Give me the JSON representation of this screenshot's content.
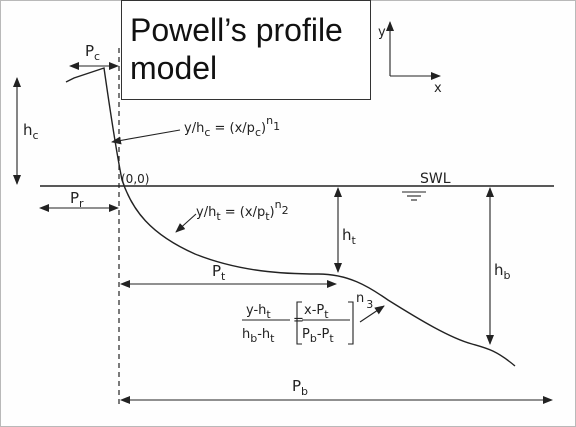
{
  "title": {
    "line1": "Powell’s profile",
    "line2": "model"
  },
  "axes": {
    "x": "x",
    "y": "y"
  },
  "labels": {
    "pc": "P",
    "pc_sub": "c",
    "hc": "h",
    "hc_sub": "c",
    "pr": "P",
    "pr_sub": "r",
    "ht": "h",
    "ht_sub": "t",
    "pt": "P",
    "pt_sub": "t",
    "hb": "h",
    "hb_sub": "b",
    "pb": "P",
    "pb_sub": "b",
    "origin": "(0,0)",
    "swl": "SWL"
  },
  "equations": {
    "eq1_main": "y/h",
    "eq1_sub1": "c",
    "eq1_mid": " = (x/p",
    "eq1_sub2": "c",
    "eq1_close": ")",
    "eq1_sup": "n",
    "eq1_sup_sub": "1",
    "eq2_main": "y/h",
    "eq2_sub1": "t",
    "eq2_mid": " = (x/p",
    "eq2_sub2": "t",
    "eq2_close": ")",
    "eq2_sup": "n",
    "eq2_sup_sub": "2",
    "eq3_num": "y-h",
    "eq3_num_sub": "t",
    "eq3_den1": "h",
    "eq3_den1_sub": "b",
    "eq3_den_mid": "-h",
    "eq3_den2_sub": "t",
    "eq3_eq": "=",
    "eq3_rnum": "x-P",
    "eq3_rnum_sub": "t",
    "eq3_rden1": "P",
    "eq3_rden1_sub": "b",
    "eq3_rden_mid": "-P",
    "eq3_rden2_sub": "t",
    "eq3_sup": "n",
    "eq3_sup_sub": "3"
  }
}
